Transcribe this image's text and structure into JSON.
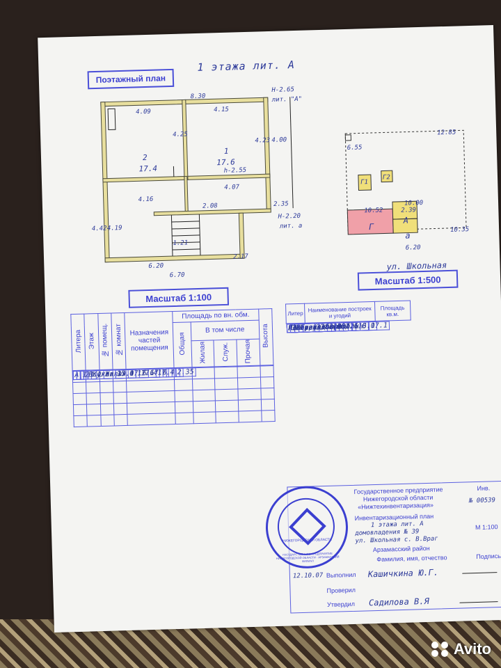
{
  "header": {
    "plan_label": "Поэтажный план",
    "floor_title": "1 этажа лит. А",
    "lit_a": "лит. \"А\"",
    "lit_a_small": "лит. а"
  },
  "plan_dims": {
    "d_830": "8.30",
    "h_265": "Н-2.65",
    "d_409": "4.09",
    "d_415": "4.15",
    "d_425": "4.25",
    "d_423": "4.23",
    "d_400": "4.00",
    "room2_num": "2",
    "room2_area": "17.4",
    "room1_num": "1",
    "room1_area": "17.6",
    "h_255": "h-2.55",
    "d_416": "4.16",
    "d_407": "4.07",
    "d_208": "2.08",
    "d_235": "2.35",
    "h_220": "Н-2.20",
    "d_442": "4.42",
    "d_419": "4.19",
    "d_121": "1.21",
    "d_217": "2.17",
    "d_620": "6.20",
    "d_670": "6.70"
  },
  "scale": {
    "left": "Масштаб 1:100",
    "right": "Масштаб 1:500"
  },
  "site": {
    "street": "ул. Школьная",
    "g1": "Г1",
    "g2": "Г2",
    "g": "Г",
    "a_big": "А",
    "a_small": "а",
    "d_1000": "10.00",
    "d_1052": "10.52",
    "d_1035": "10.35",
    "d_655": "6.55",
    "d_1285": "12.85",
    "d_239": "2.39",
    "d_620": "6.20"
  },
  "left_table": {
    "h_litera": "Литера",
    "h_etazh": "Этаж",
    "h_pomesch": "№ помещ.",
    "h_komnat": "№ комнат",
    "h_naznach": "Назначения частей помещения",
    "h_ploshad": "Площадь по вн. обм.",
    "h_obschaya": "Общая",
    "h_vtom": "В том числе",
    "h_zhilaya": "Жилая",
    "h_sluzh": "Служ.",
    "h_prochaya": "Прочая",
    "h_vysota": "Высота",
    "rows": [
      {
        "litera": "А",
        "etazh": "1",
        "pom": "1",
        "komn": "1",
        "name": "Жилая",
        "ob": "17.6",
        "zh": "17.6",
        "sl": "",
        "pr": "",
        "vys": "2.35"
      },
      {
        "litera": "",
        "etazh": "",
        "pom": "",
        "komn": "2",
        "name": "Кухня",
        "ob": "17.4",
        "zh": "",
        "sl": "17.4",
        "pr": "",
        "vys": ""
      },
      {
        "litera": "",
        "etazh": "",
        "pom": "",
        "komn": "",
        "name": "Всего:",
        "ob": "35.0",
        "zh": "17.6",
        "sl": "17.4",
        "pr": "",
        "vys": ""
      }
    ]
  },
  "right_table": {
    "h_litera": "Литер",
    "h_name": "Наименование построек и угодий",
    "h_area": "Площадь кв.м.",
    "rows": [
      {
        "lit": "А",
        "name": "Жилой дом",
        "area": "38.2"
      },
      {
        "lit": "а",
        "name": "Сени",
        "area": "33.4"
      },
      {
        "lit": "Пол",
        "name": "основными:",
        "area": "71.6"
      },
      {
        "lit": "Г",
        "name": "Гараж",
        "area": "78.4"
      },
      {
        "lit": "Г1",
        "name": "Баня с предбанн.",
        "area": "17.1"
      },
      {
        "lit": "Г2",
        "name": "Беседка",
        "area": "15.2"
      },
      {
        "lit": "Г3",
        "name": "Туалет",
        "area": "2.0"
      },
      {
        "lit": "Пол",
        "name": "служебными:",
        "area": "113.0"
      },
      {
        "lit": "",
        "name": "Застроено:",
        "area": "184.6"
      }
    ]
  },
  "title_block": {
    "org1": "Государственное предприятие",
    "org2": "Нижегородской области",
    "org3": "«Нижтехинвентаризация»",
    "inv_label": "Инв.",
    "inv_no": "№ 00539",
    "plan1": "Инвентаризационный план",
    "plan2": "1 этажа лит. А",
    "plan3": "домовладения № 39",
    "plan4": "ул. Школьная с. В.Враг",
    "district": "Арзамасский район",
    "scale": "М 1:100",
    "h_fio": "Фамилия, имя, отчество",
    "h_sign": "Подпись",
    "date": "12.10.07",
    "r1_role": "Выполнил",
    "r1_name": "Кашичкина Ю.Г.",
    "r2_role": "Проверил",
    "r3_role": "Утвердил",
    "r3_name": "Садилова В.Я"
  },
  "seal": {
    "ring_text": "ГОСУДАРСТВЕННОЕ ПРЕДПРИЯТИЕ НИЖЕГОРОДСКОЙ ОБЛАСТИ · АРЗАМАССКИЙ ФИЛИАЛ",
    "inner_text": "НИЖЕГОРОДСКОЙ ОБЛАСТИ"
  },
  "watermark": "Avito",
  "colors": {
    "stamp_blue": "#3b3fd0",
    "wall_yellow": "#e8df9e"
  }
}
